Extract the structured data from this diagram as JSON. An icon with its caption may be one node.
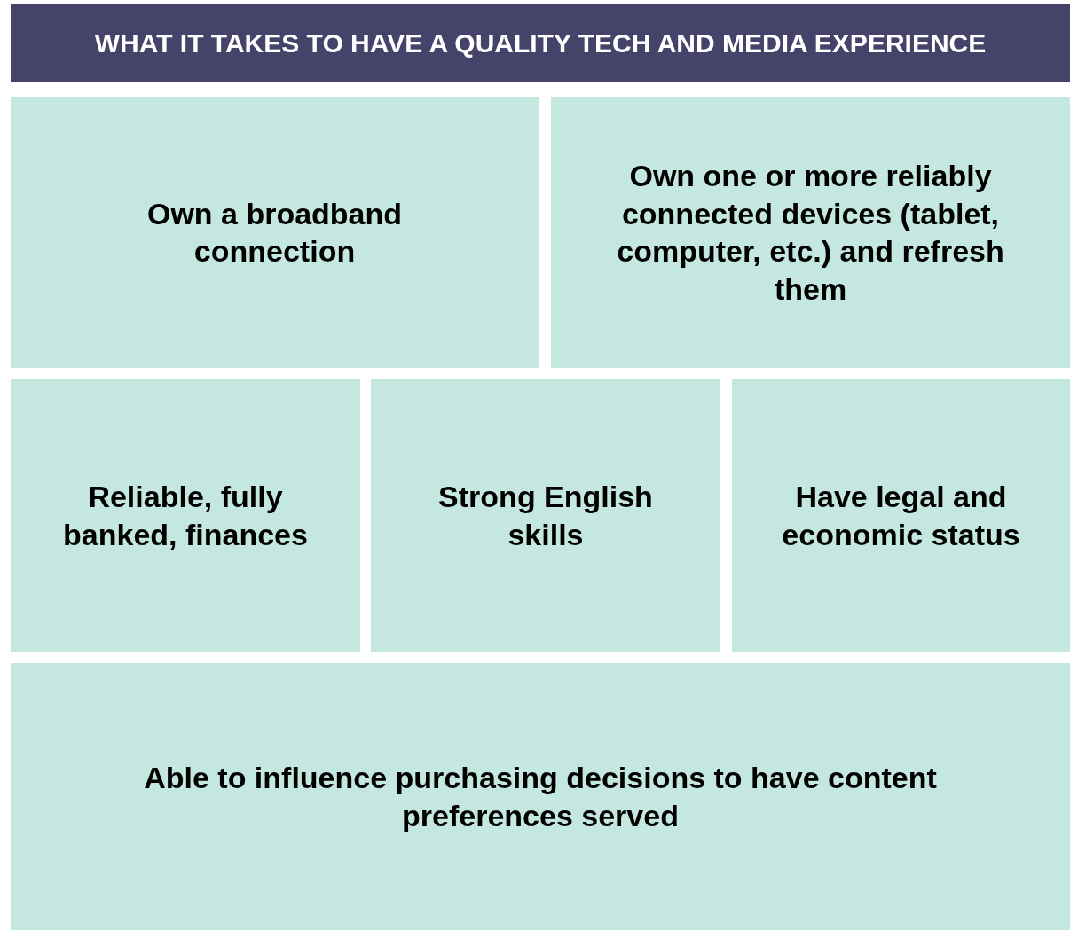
{
  "diagram": {
    "title": "WHAT IT TAKES TO HAVE A QUALITY TECH AND MEDIA EXPERIENCE",
    "nodes": [
      {
        "text": [
          "Own a broadband connection"
        ]
      },
      {
        "text": [
          "Own one or more reliably connected devices (tablet, computer, etc.) and refresh them"
        ]
      },
      {
        "text": [
          "Reliable, fully banked, finances"
        ]
      },
      {
        "text": [
          "Strong English skills"
        ]
      },
      {
        "text": [
          "Have legal and economic status"
        ]
      },
      {
        "text": [
          "Able to influence purchasing decisions to have content preferences served"
        ]
      }
    ]
  }
}
